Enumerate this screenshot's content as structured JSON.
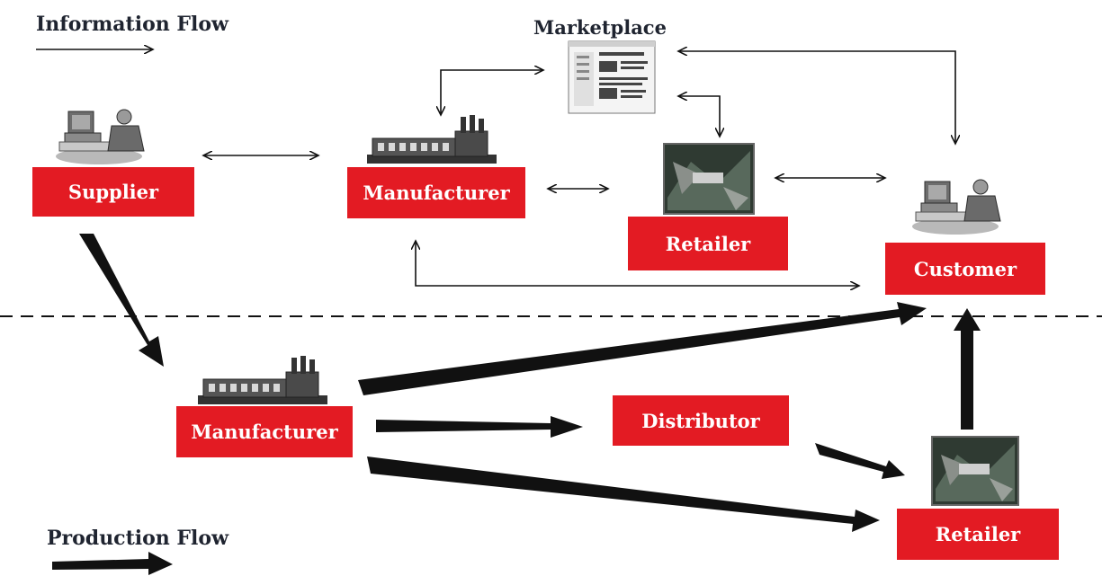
{
  "legend": {
    "information_flow": "Information Flow",
    "production_flow": "Production Flow"
  },
  "marketplace_label": "Marketplace",
  "nodes": {
    "supplier": "Supplier",
    "manufacturer_top": "Manufacturer",
    "retailer_top": "Retailer",
    "customer": "Customer",
    "manufacturer_bottom": "Manufacturer",
    "distributor": "Distributor",
    "retailer_bottom": "Retailer"
  },
  "colors": {
    "node_fill": "#e31b23",
    "node_text": "#ffffff",
    "arrow": "#111111"
  },
  "icons": {
    "supplier": "person-at-computer-icon",
    "customer": "person-at-computer-icon",
    "manufacturer": "factory-icon",
    "retailer": "store-photo-icon",
    "marketplace": "web-page-icon"
  }
}
